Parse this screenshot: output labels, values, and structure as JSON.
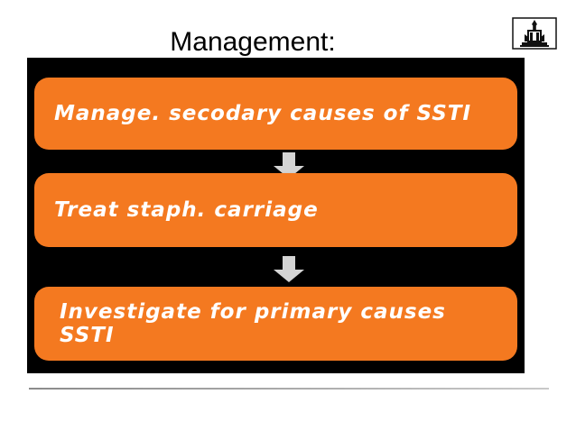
{
  "slide": {
    "title": "Management:",
    "logo_icon": "institution-emblem-icon",
    "accent_color": "#F47920",
    "panel_color": "#000000",
    "text_color": "#FFFFFF"
  },
  "flow": {
    "steps": [
      {
        "label": "Manage. secodary causes of SSTI"
      },
      {
        "label": "Treat staph. carriage"
      },
      {
        "label": "Investigate for primary causes SSTI"
      }
    ],
    "connectors": [
      {
        "icon": "arrow-down-icon"
      },
      {
        "icon": "arrow-down-icon"
      }
    ]
  }
}
